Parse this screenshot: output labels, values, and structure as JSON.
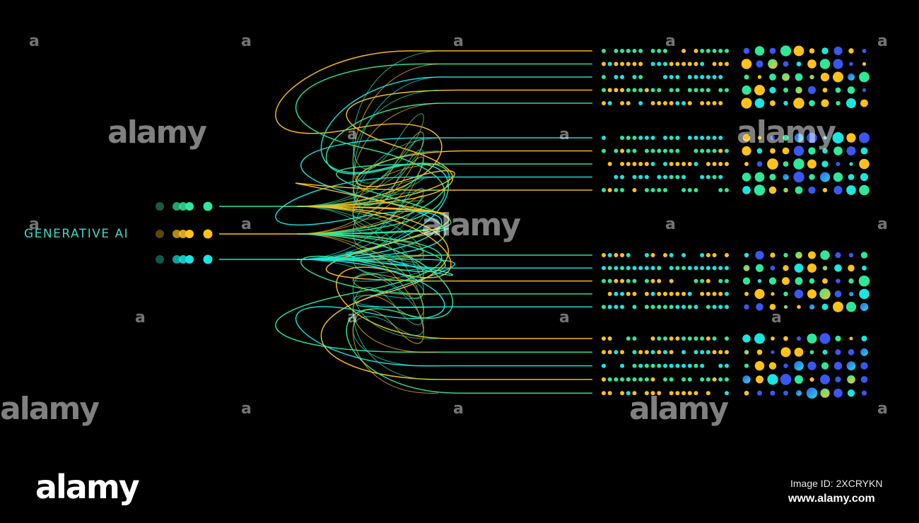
{
  "label": "GENERATIVE AI",
  "colors": {
    "green": "#2ee89a",
    "yellow": "#ffc21a",
    "cyan": "#19e6e0",
    "blue": "#3a57f0",
    "background": "#000000"
  },
  "watermark": {
    "small": "a",
    "big": "alamy"
  },
  "footer": {
    "logo": "alamy",
    "image_id": "Image ID: 2XCRYKN",
    "url": "www.alamy.com"
  }
}
